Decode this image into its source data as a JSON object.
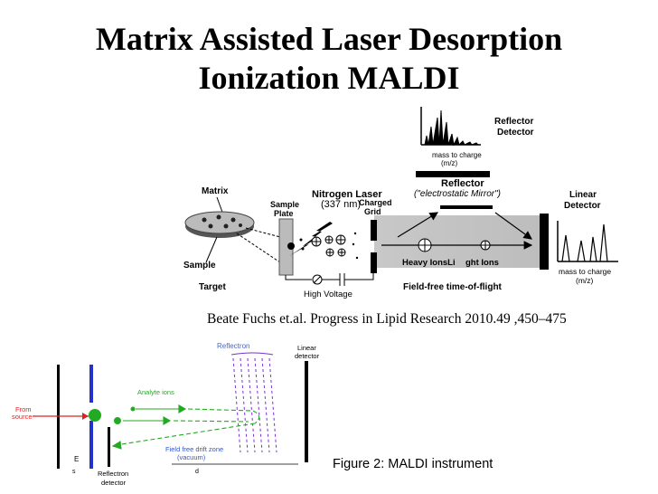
{
  "title": {
    "line1": "Matrix Assisted Laser Desorption",
    "line2": "Ionization MALDI"
  },
  "top_diagram": {
    "reflector_detector": "Reflector\nDetector",
    "mass_to_charge_top": "mass to charge",
    "mz_top": "(m/z)",
    "matrix": "Matrix",
    "sample": "Sample",
    "target": "Target",
    "sample_plate": "Sample\nPlate",
    "nitrogen_laser": "Nitrogen Laser",
    "wavelength": "(337 nm)",
    "charged_grid": "Charged\nGrid",
    "reflector": "Reflector",
    "electrostatic_mirror": "(\"electrostatic Mirror\")",
    "linear_detector": "Linear\nDetector",
    "heavy_ions": "Heavy IonsLi",
    "light_ions": "ght Ions",
    "mass_to_charge_right": "mass to charge",
    "mz_right": "(m/z)",
    "high_voltage": "High Voltage",
    "field_free": "Field-free time-of-flight"
  },
  "citation": "Beate Fuchs et.al. Progress in Lipid Research 2010.49 ,450–475",
  "bottom_diagram": {
    "reflectron": "Reflectron",
    "linear_detector": "Linear\ndetector",
    "analyte_ions": "Analyte ions",
    "from_source": "From\nsource",
    "field_free_drift": "Field free drift zone\n(vacuum)",
    "reflectron_detector": "Reflectron\ndetector",
    "e_label": "E",
    "s_label": "s",
    "d_label": "d"
  },
  "caption": "Figure 2: MALDI  instrument",
  "colors": {
    "blue_plate": "#2233cc",
    "red_arrow": "#dd2222",
    "green_ions": "#22aa22",
    "reflectron_purple": "#7733cc",
    "reflectron_label": "#4466cc"
  }
}
